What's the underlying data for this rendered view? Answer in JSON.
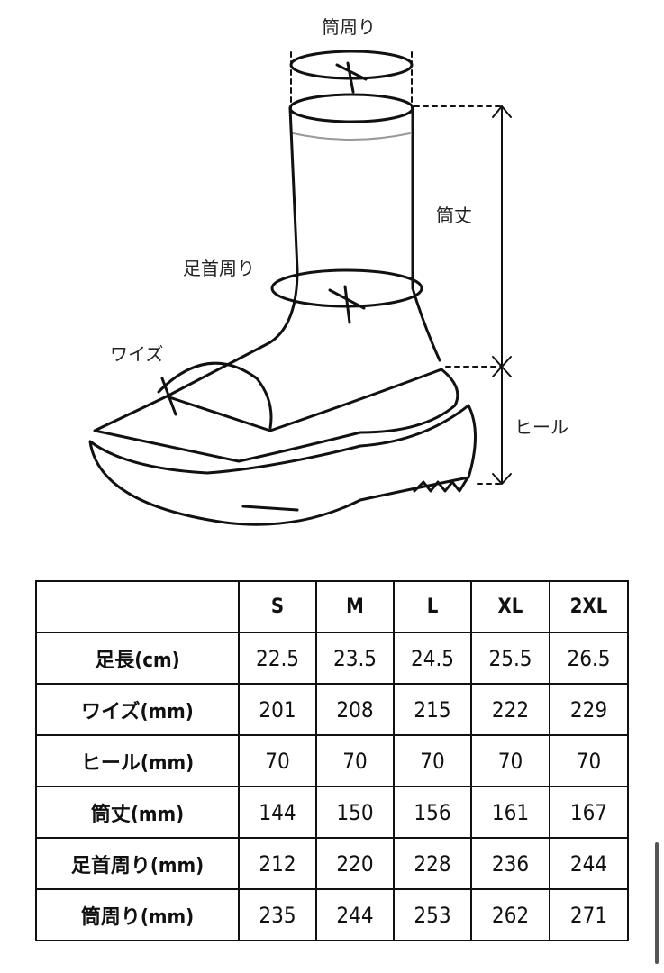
{
  "diagram": {
    "labels": {
      "top_circumference": "筒周り",
      "shaft_height": "筒丈",
      "ankle_circumference": "足首周り",
      "width": "ワイズ",
      "heel": "ヒール"
    }
  },
  "table": {
    "columns": [
      "",
      "S",
      "M",
      "L",
      "XL",
      "2XL"
    ],
    "rows": [
      {
        "label": "足長(cm)",
        "values": [
          "22.5",
          "23.5",
          "24.5",
          "25.5",
          "26.5"
        ]
      },
      {
        "label": "ワイズ(mm)",
        "values": [
          "201",
          "208",
          "215",
          "222",
          "229"
        ]
      },
      {
        "label": "ヒール(mm)",
        "values": [
          "70",
          "70",
          "70",
          "70",
          "70"
        ]
      },
      {
        "label": "筒丈(mm)",
        "values": [
          "144",
          "150",
          "156",
          "161",
          "167"
        ]
      },
      {
        "label": "足首周り(mm)",
        "values": [
          "212",
          "220",
          "228",
          "236",
          "244"
        ]
      },
      {
        "label": "筒周り(mm)",
        "values": [
          "235",
          "244",
          "253",
          "262",
          "271"
        ]
      }
    ]
  }
}
